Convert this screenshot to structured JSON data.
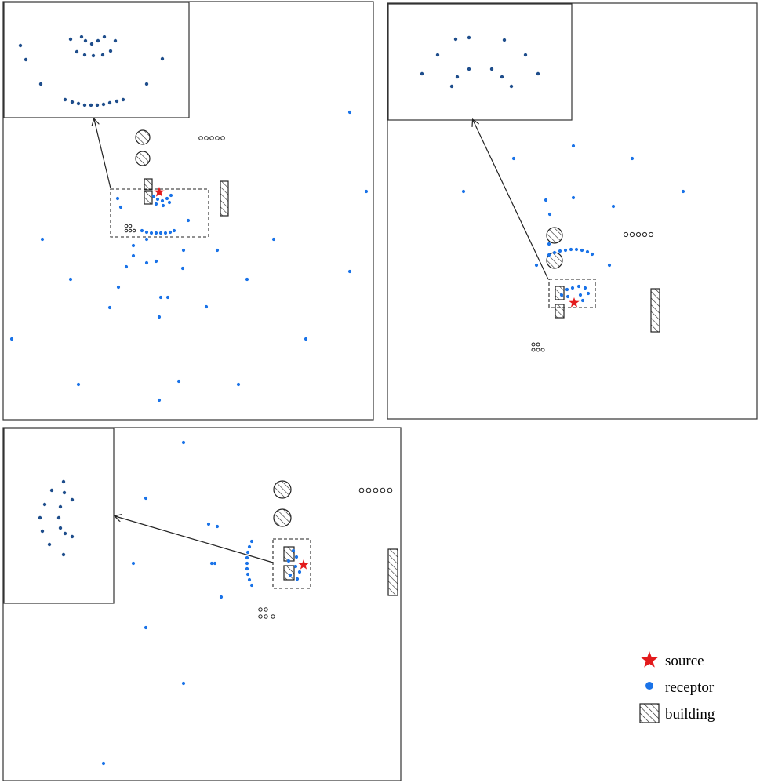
{
  "legend": {
    "source_label": "source",
    "receptor_label": "receptor",
    "building_label": "building"
  },
  "colors": {
    "receptor": "#1a73e8",
    "inset_receptor": "#1f4e8c",
    "source": "#e31a1c",
    "frame": "#333333",
    "building_stroke": "#222222"
  }
}
